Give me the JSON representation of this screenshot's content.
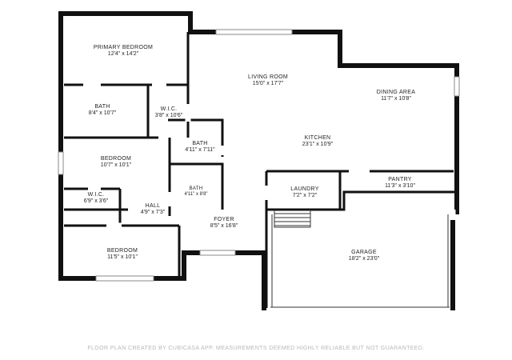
{
  "rooms": {
    "primary_bedroom": {
      "name": "PRIMARY BEDROOM",
      "dims": "12'4\" x 14'2\""
    },
    "bath1": {
      "name": "BATH",
      "dims": "8'4\" x 10'7\""
    },
    "wic1": {
      "name": "W.I.C.",
      "dims": "3'8\" x 10'6\""
    },
    "living_room": {
      "name": "LIVING ROOM",
      "dims": "15'0\" x 17'7\""
    },
    "dining_area": {
      "name": "DINING AREA",
      "dims": "11'7\" x 10'8\""
    },
    "kitchen": {
      "name": "KITCHEN",
      "dims": "23'1\" x 10'9\""
    },
    "bedroom1": {
      "name": "BEDROOM",
      "dims": "10'7\" x 10'1\""
    },
    "bath2": {
      "name": "BATH",
      "dims": "4'11\" x 7'11\""
    },
    "bath3": {
      "name": "BATH",
      "dims": "4'11\" x 8'8\""
    },
    "wic2": {
      "name": "W.I.C.",
      "dims": "6'9\" x 3'6\""
    },
    "hall": {
      "name": "HALL",
      "dims": "4'9\" x 7'3\""
    },
    "laundry": {
      "name": "LAUNDRY",
      "dims": "7'2\" x 7'2\""
    },
    "pantry": {
      "name": "PANTRY",
      "dims": "11'3\" x 3'10\""
    },
    "foyer": {
      "name": "FOYER",
      "dims": "8'5\" x 16'8\""
    },
    "bedroom2": {
      "name": "BEDROOM",
      "dims": "11'5\" x 10'1\""
    },
    "garage": {
      "name": "GARAGE",
      "dims": "18'2\" x 23'0\""
    }
  },
  "footer": {
    "disclaimer": "FLOOR PLAN CREATED BY CUBICASA APP. MEASUREMENTS DEEMED HIGHLY RELIABLE BUT NOT GUARANTEED."
  }
}
